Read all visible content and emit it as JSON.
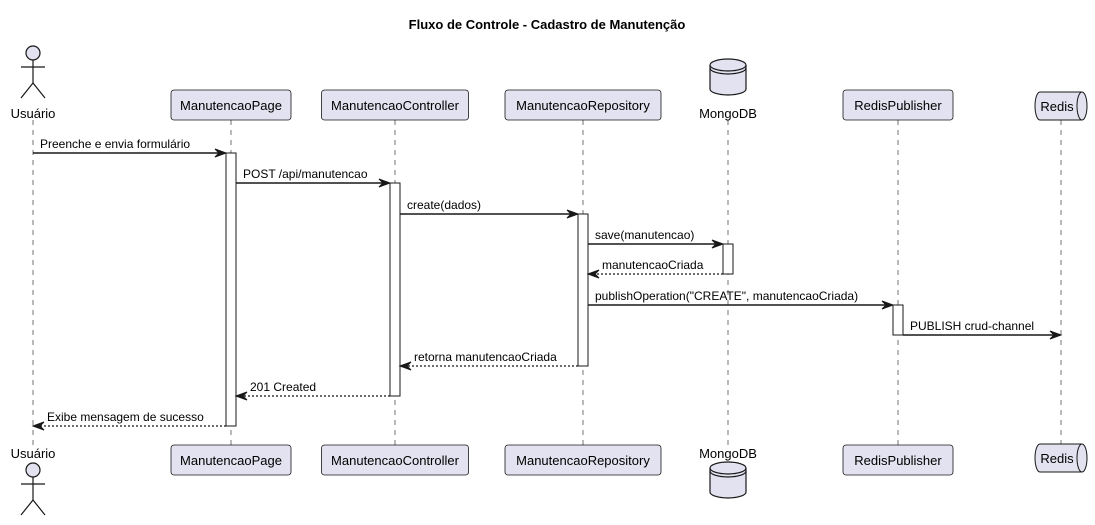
{
  "title": "Fluxo de Controle - Cadastro de Manutenção",
  "participants": [
    {
      "id": "usuario",
      "label": "Usuário",
      "shape": "actor"
    },
    {
      "id": "page",
      "label": "ManutencaoPage",
      "shape": "box"
    },
    {
      "id": "controller",
      "label": "ManutencaoController",
      "shape": "box"
    },
    {
      "id": "repository",
      "label": "ManutencaoRepository",
      "shape": "box"
    },
    {
      "id": "mongodb",
      "label": "MongoDB",
      "shape": "database"
    },
    {
      "id": "publisher",
      "label": "RedisPublisher",
      "shape": "box"
    },
    {
      "id": "redis",
      "label": "Redis",
      "shape": "queue"
    }
  ],
  "messages": [
    {
      "from": "usuario",
      "to": "page",
      "label": "Preenche e envia formulário",
      "type": "sync"
    },
    {
      "from": "page",
      "to": "controller",
      "label": "POST /api/manutencao",
      "type": "sync"
    },
    {
      "from": "controller",
      "to": "repository",
      "label": "create(dados)",
      "type": "sync"
    },
    {
      "from": "repository",
      "to": "mongodb",
      "label": "save(manutencao)",
      "type": "sync"
    },
    {
      "from": "mongodb",
      "to": "repository",
      "label": "manutencaoCriada",
      "type": "return"
    },
    {
      "from": "repository",
      "to": "publisher",
      "label": "publishOperation(\"CREATE\", manutencaoCriada)",
      "type": "sync"
    },
    {
      "from": "publisher",
      "to": "redis",
      "label": "PUBLISH crud-channel",
      "type": "sync"
    },
    {
      "from": "repository",
      "to": "controller",
      "label": "retorna manutencaoCriada",
      "type": "return"
    },
    {
      "from": "controller",
      "to": "page",
      "label": "201 Created",
      "type": "return"
    },
    {
      "from": "page",
      "to": "usuario",
      "label": "Exibe mensagem de sucesso",
      "type": "return"
    }
  ],
  "colors": {
    "participant_fill": "#e2e2f0",
    "participant_border": "#181818",
    "activation_fill": "#ffffff",
    "lifeline": "#181818",
    "arrow": "#181818",
    "background": "#ffffff"
  }
}
